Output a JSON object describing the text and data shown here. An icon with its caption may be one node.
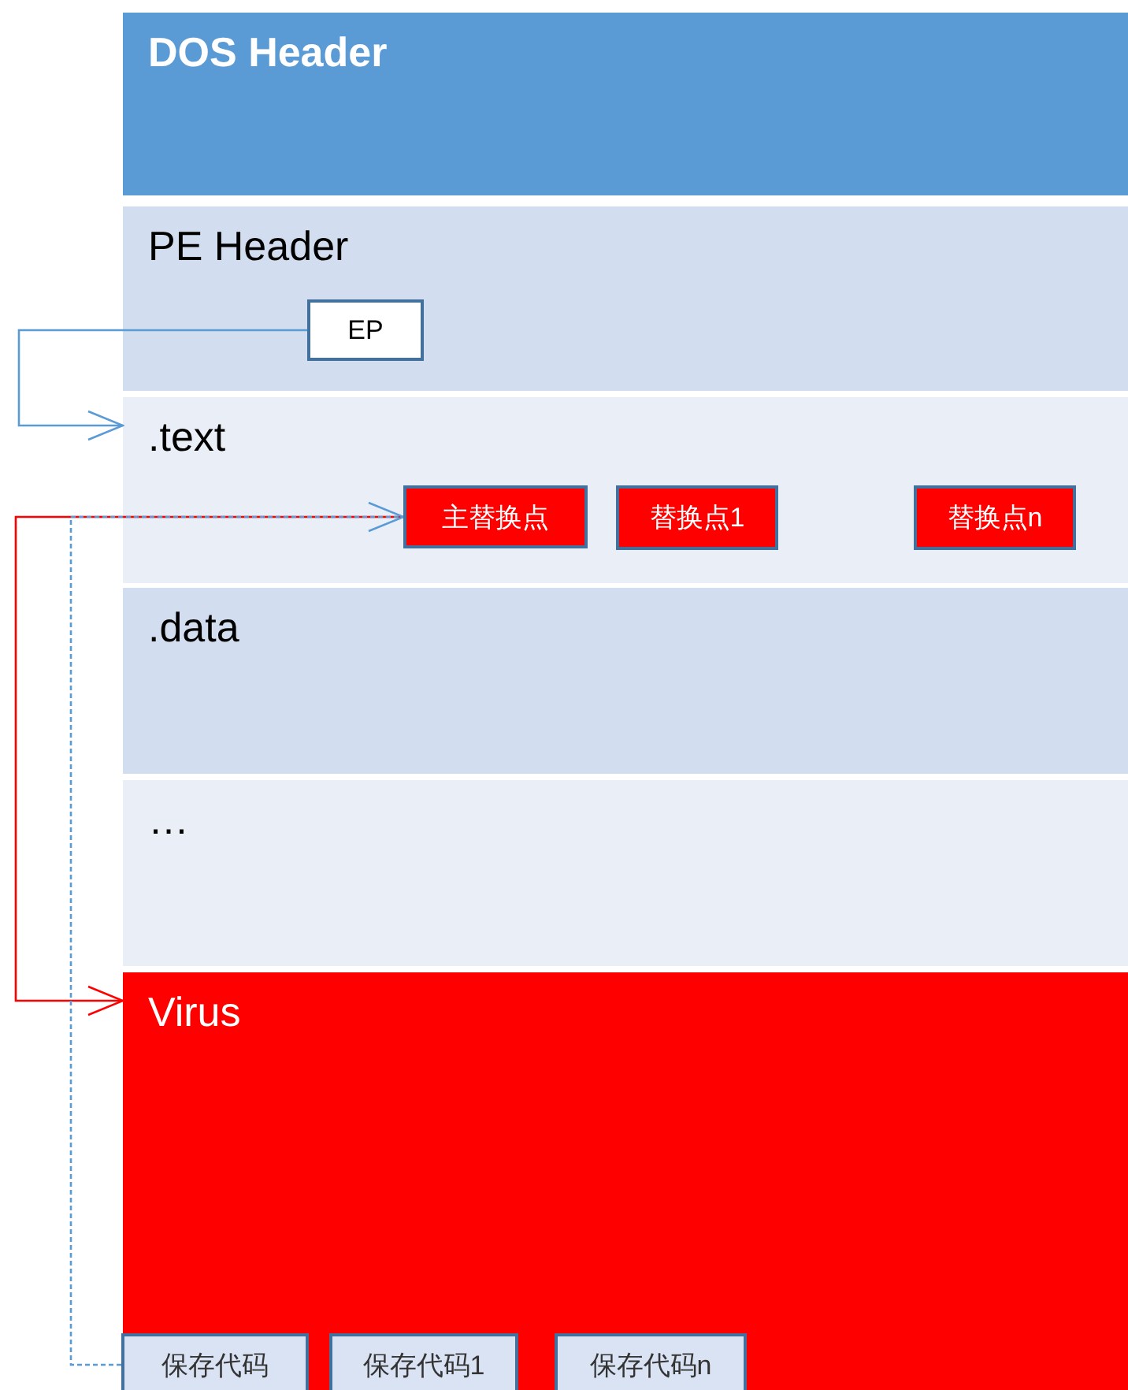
{
  "diagram": {
    "nodes": [
      {
        "text": [
          "DOS Header"
        ]
      },
      {
        "text": [
          "PE Header"
        ]
      },
      {
        "text": [
          "EP"
        ],
        "in": 1
      },
      {
        "text": [
          ".text"
        ]
      },
      {
        "text": [
          "主替换点"
        ],
        "in": 3
      },
      {
        "text": [
          "替换点1"
        ],
        "in": 3
      },
      {
        "text": [
          "替换点n"
        ],
        "in": 3
      },
      {
        "text": [
          ".data"
        ]
      },
      {
        "text": [
          "…"
        ]
      },
      {
        "text": [
          "Virus"
        ]
      },
      {
        "text": [
          "保存代码"
        ],
        "in": 9
      },
      {
        "text": [
          "保存代码1"
        ],
        "in": 9
      },
      {
        "text": [
          "保存代码n"
        ],
        "in": 9
      }
    ],
    "edges": [
      {
        "from": 2,
        "to": 3,
        "arrow": "to"
      },
      {
        "from": 4,
        "to": 9,
        "arrow": "to",
        "color": "#ff0000"
      },
      {
        "from": 10,
        "to": 4,
        "arrow": "to",
        "style": "dashed"
      }
    ]
  }
}
